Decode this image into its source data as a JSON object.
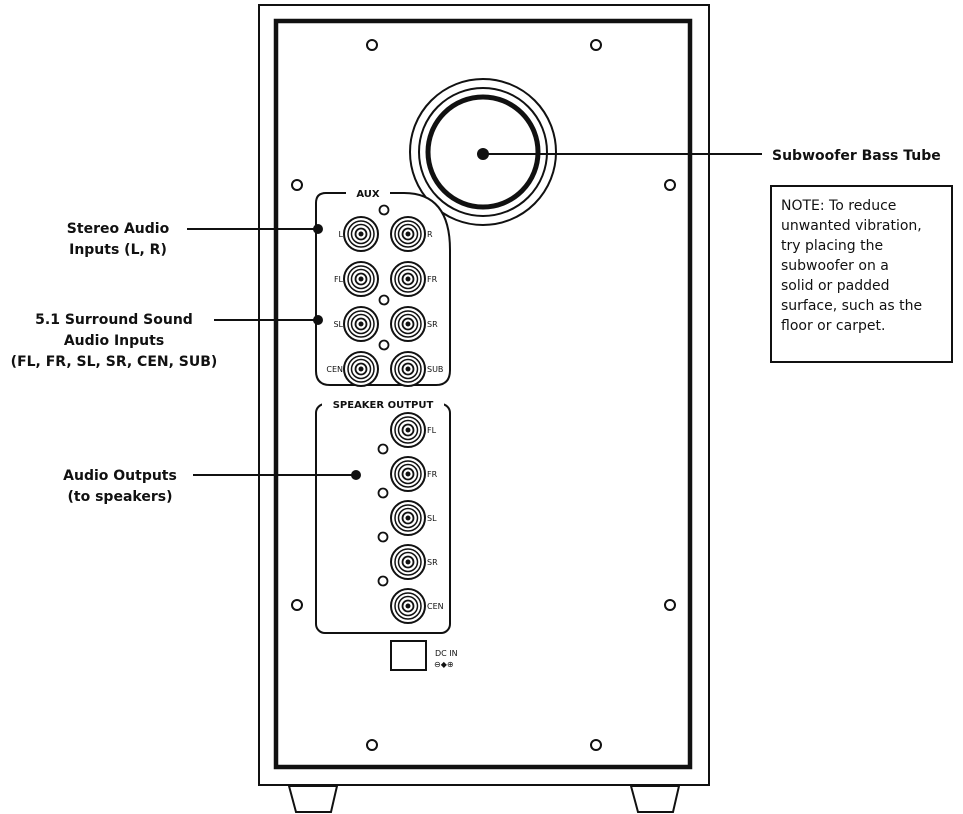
{
  "callouts": {
    "subwoofer_tube": "Subwoofer Bass Tube",
    "stereo_inputs": [
      "Stereo Audio",
      "Inputs (L, R)"
    ],
    "surround_inputs": [
      "5.1 Surround Sound",
      "Audio Inputs",
      "(FL, FR, SL, SR, CEN, SUB)"
    ],
    "audio_outputs": [
      "Audio Outputs",
      "(to speakers)"
    ]
  },
  "note": [
    "NOTE: To reduce",
    "unwanted vibration,",
    "try placing the",
    "subwoofer on a",
    "solid or padded",
    "surface, such as the",
    "floor or carpet."
  ],
  "panel": {
    "aux_label": "AUX",
    "speaker_output_label": "SPEAKER OUTPUT",
    "dc_in_label": "DC IN",
    "dc_polarity": "⊖◆⊕",
    "aux_jacks": [
      {
        "left": "L",
        "right": "R"
      },
      {
        "left": "FL",
        "right": "FR"
      },
      {
        "left": "SL",
        "right": "SR"
      },
      {
        "left": "CEN",
        "right": "SUB"
      }
    ],
    "output_jacks": [
      "FL",
      "FR",
      "SL",
      "SR",
      "CEN"
    ]
  }
}
